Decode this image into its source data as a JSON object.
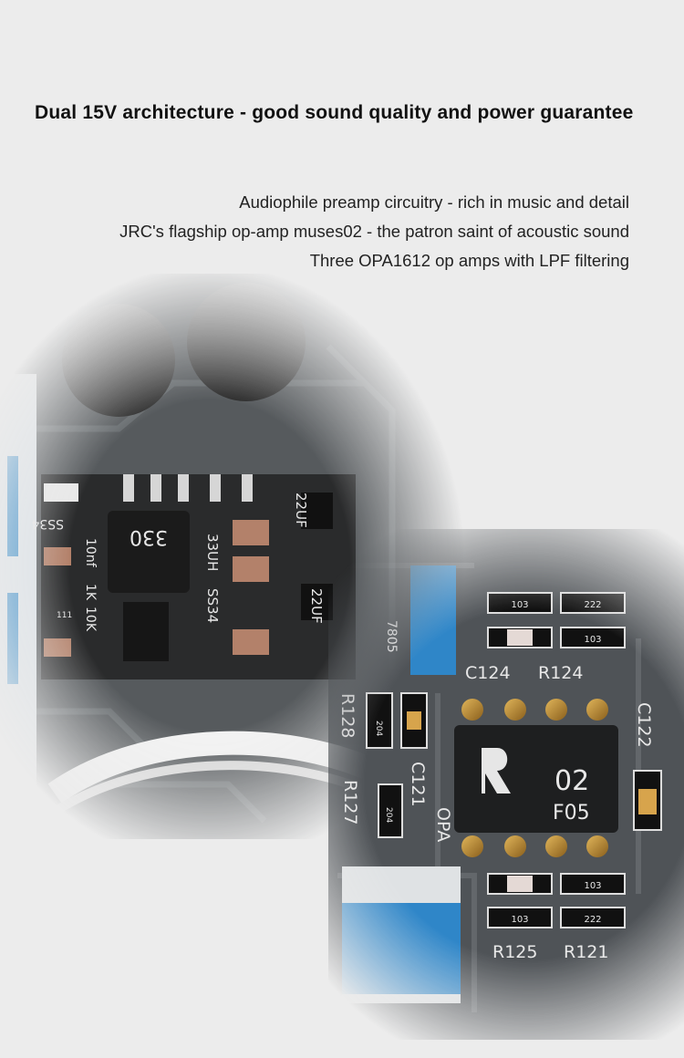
{
  "headline": "Dual 15V architecture - good sound quality and power guarantee",
  "features": [
    "Audiophile preamp circuitry - rich in music and detail",
    "JRC's flagship op-amp muses02 - the patron saint of acoustic sound",
    "Three OPA1612 op amps with LPF filtering"
  ],
  "board_labels": {
    "c124": "C124",
    "r124": "R124",
    "c122": "C122",
    "c121": "C121",
    "r127": "R127",
    "r128": "R128",
    "r125": "R125",
    "r121": "R121",
    "opa": "OPA",
    "chip_model": "02",
    "chip_code": "F05",
    "reg": "7805",
    "smd_103": "103",
    "smd_222": "222",
    "smd_204": "204",
    "ss34": "SS34",
    "cap_22uf": "22UF",
    "ind_33uh": "33UH",
    "res_1k": "1K",
    "res_10k": "10K",
    "cap_10nf": "10nf",
    "ind_code": "330",
    "smd_111": "111"
  }
}
